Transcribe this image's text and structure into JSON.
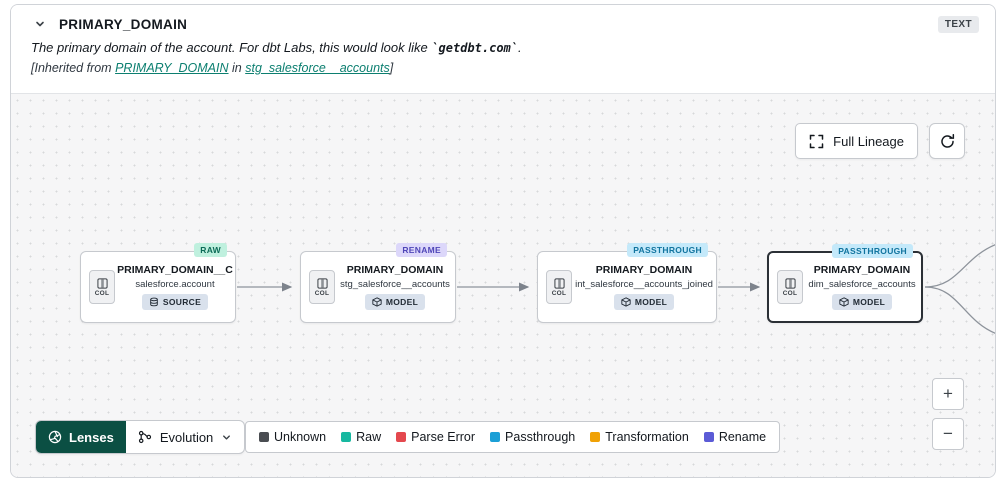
{
  "header": {
    "title": "PRIMARY_DOMAIN",
    "type_badge": "TEXT",
    "description": {
      "prefix": "The primary domain of the account. For dbt Labs, this would look like ",
      "code": "`getdbt.com`",
      "suffix": "."
    },
    "inherited": {
      "prefix": "[Inherited from ",
      "link_column": "PRIMARY_DOMAIN",
      "mid": " in ",
      "link_model": "stg_salesforce__accounts",
      "suffix": "]"
    }
  },
  "toolbar": {
    "full_lineage": "Full Lineage"
  },
  "nodes": [
    {
      "badge": "RAW",
      "title": "PRIMARY_DOMAIN__C",
      "subtitle": "salesforce.account",
      "kind": "SOURCE",
      "col_label": "COL"
    },
    {
      "badge": "RENAME",
      "title": "PRIMARY_DOMAIN",
      "subtitle": "stg_salesforce__accounts",
      "kind": "MODEL",
      "col_label": "COL"
    },
    {
      "badge": "PASSTHROUGH",
      "title": "PRIMARY_DOMAIN",
      "subtitle": "int_salesforce__accounts_joined",
      "kind": "MODEL",
      "col_label": "COL"
    },
    {
      "badge": "PASSTHROUGH",
      "title": "PRIMARY_DOMAIN",
      "subtitle": "dim_salesforce_accounts",
      "kind": "MODEL",
      "col_label": "COL"
    }
  ],
  "lenses": {
    "button": "Lenses",
    "selected": "Evolution"
  },
  "legend": [
    {
      "label": "Unknown",
      "color": "#4a4d52"
    },
    {
      "label": "Raw",
      "color": "#17b8a0"
    },
    {
      "label": "Parse Error",
      "color": "#e4484e"
    },
    {
      "label": "Passthrough",
      "color": "#1b9fd6"
    },
    {
      "label": "Transformation",
      "color": "#f0a105"
    },
    {
      "label": "Rename",
      "color": "#5b5bd6"
    }
  ],
  "zoom": {
    "in": "+",
    "out": "−"
  }
}
